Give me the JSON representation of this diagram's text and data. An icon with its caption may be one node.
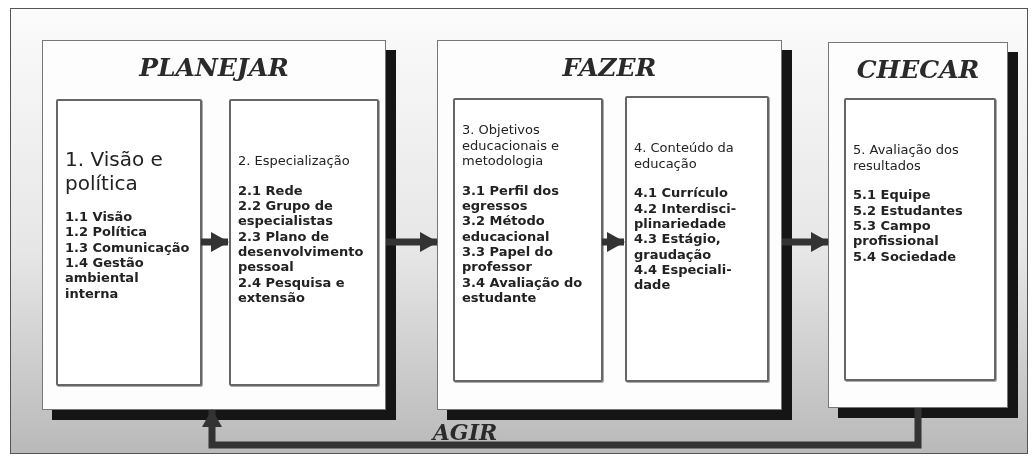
{
  "diagram": {
    "nodes": [
      {
        "text": [
          "PLANEJAR"
        ]
      },
      {
        "text": [
          "1. Visão e política",
          "1.1 Visão",
          "1.2 Política",
          "1.3 Comunicação",
          "1.4 Gestão ambiental interna"
        ],
        "in": 0
      },
      {
        "text": [
          "2. Especialização",
          "2.1 Rede",
          "2.2 Grupo de especialistas",
          "2.3 Plano de desenvolvimento pessoal",
          "2.4 Pesquisa e extensão"
        ],
        "in": 0
      },
      {
        "text": [
          "FAZER"
        ]
      },
      {
        "text": [
          "3. Objetivos educacionais e metodologia",
          "3.1 Perfil dos egressos",
          "3.2 Método educacional",
          "3.3 Papel do professor",
          "3.4 Avaliação do estudante"
        ],
        "in": 3
      },
      {
        "text": [
          "4. Conteúdo da educação",
          "4.1 Currículo",
          "4.2 Interdisci-plinariedade",
          "4.3 Estágio, graudação",
          "4.4 Especiali-dade"
        ],
        "in": 3
      },
      {
        "text": [
          "CHECAR"
        ]
      },
      {
        "text": [
          "5. Avaliação dos resultados",
          "5.1 Equipe",
          "5.2 Estudantes",
          "5.3 Campo profissional",
          "5.4 Sociedade"
        ],
        "in": 6
      }
    ],
    "edges": [
      {
        "from": 1,
        "to": 2,
        "arrow": "to"
      },
      {
        "from": 0,
        "to": 3,
        "arrow": "to"
      },
      {
        "from": 4,
        "to": 5,
        "arrow": "to"
      },
      {
        "from": 3,
        "to": 6,
        "arrow": "to"
      },
      {
        "from": 6,
        "to": 0,
        "arrow": "to",
        "label": "AGIR"
      }
    ]
  }
}
